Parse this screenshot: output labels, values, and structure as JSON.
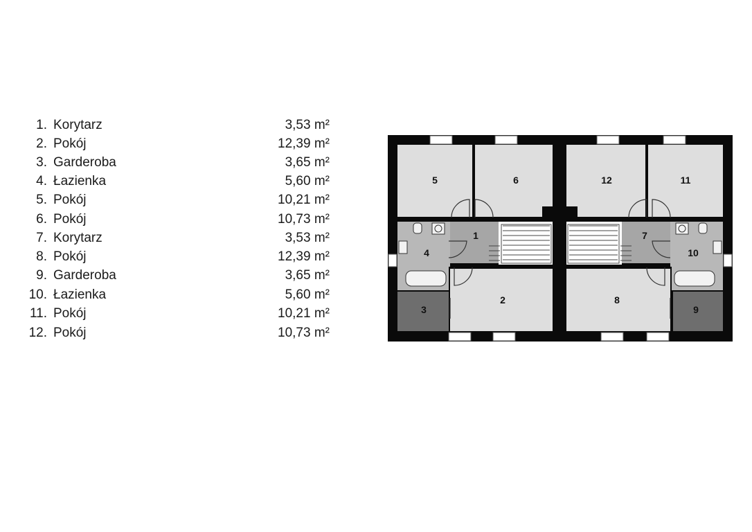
{
  "legend": {
    "rooms": [
      {
        "num": "1.",
        "name": "Korytarz",
        "area": "3,53 m²"
      },
      {
        "num": "2.",
        "name": "Pokój",
        "area": "12,39 m²"
      },
      {
        "num": "3.",
        "name": "Garderoba",
        "area": "3,65 m²"
      },
      {
        "num": "4.",
        "name": "Łazienka",
        "area": "5,60 m²"
      },
      {
        "num": "5.",
        "name": "Pokój",
        "area": "10,21 m²"
      },
      {
        "num": "6.",
        "name": "Pokój",
        "area": "10,73 m²"
      },
      {
        "num": "7.",
        "name": "Korytarz",
        "area": "3,53 m²"
      },
      {
        "num": "8.",
        "name": "Pokój",
        "area": "12,39 m²"
      },
      {
        "num": "9.",
        "name": "Garderoba",
        "area": "3,65 m²"
      },
      {
        "num": "10.",
        "name": "Łazienka",
        "area": "5,60 m²"
      },
      {
        "num": "11.",
        "name": "Pokój",
        "area": "10,21 m²"
      },
      {
        "num": "12.",
        "name": "Pokój",
        "area": "10,73 m²"
      }
    ]
  },
  "plan": {
    "labels": [
      "1",
      "2",
      "3",
      "4",
      "5",
      "6",
      "7",
      "8",
      "9",
      "10",
      "11",
      "12"
    ],
    "colors": {
      "wall": "#0a0a0a",
      "room": "#dedede",
      "bath": "#b8b8b8",
      "hall": "#a6a6a6",
      "wardrobe": "#6e6e6e",
      "stairs": "#ffffff"
    }
  }
}
